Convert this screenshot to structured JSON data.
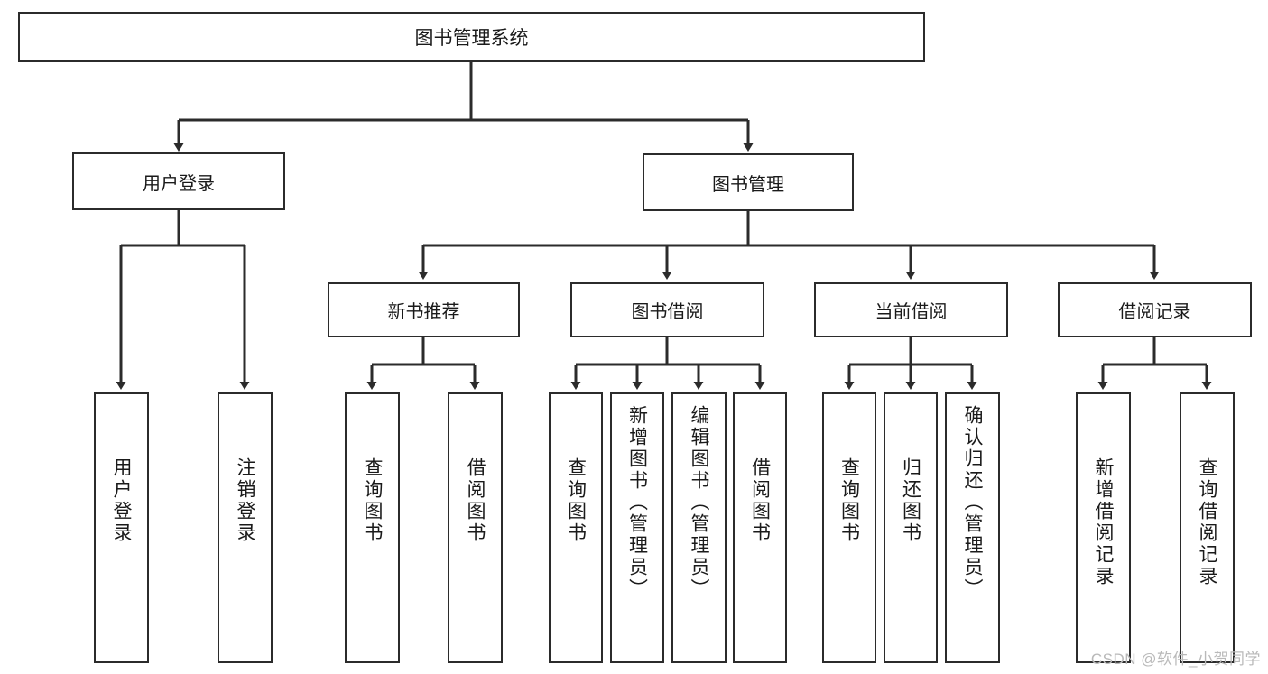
{
  "diagram": {
    "title": "图书管理系统",
    "type": "tree-hierarchy-chart",
    "root": {
      "label": "图书管理系统"
    },
    "level2": [
      {
        "label": "用户登录"
      },
      {
        "label": "图书管理"
      }
    ],
    "level3": [
      {
        "label": "新书推荐"
      },
      {
        "label": "图书借阅"
      },
      {
        "label": "当前借阅"
      },
      {
        "label": "借阅记录"
      }
    ],
    "leaves": {
      "user_login": [
        {
          "label": "用户登录"
        },
        {
          "label": "注销登录"
        }
      ],
      "new_book_recommend": [
        {
          "label": "查询图书"
        },
        {
          "label": "借阅图书"
        }
      ],
      "book_borrow": [
        {
          "label": "查询图书"
        },
        {
          "label": "新增图书（管理员）"
        },
        {
          "label": "编辑图书（管理员）"
        },
        {
          "label": "借阅图书"
        }
      ],
      "current_borrow": [
        {
          "label": "查询图书"
        },
        {
          "label": "归还图书"
        },
        {
          "label": "确认归还（管理员）"
        }
      ],
      "borrow_record": [
        {
          "label": "新增借阅记录"
        },
        {
          "label": "查询借阅记录"
        }
      ]
    },
    "watermark": "CSDN @软件_小贺同学",
    "colors": {
      "stroke": "#2b2b2b",
      "fill": "#ffffff",
      "text": "#1a1a1a",
      "watermark": "#b9b9b9"
    }
  }
}
